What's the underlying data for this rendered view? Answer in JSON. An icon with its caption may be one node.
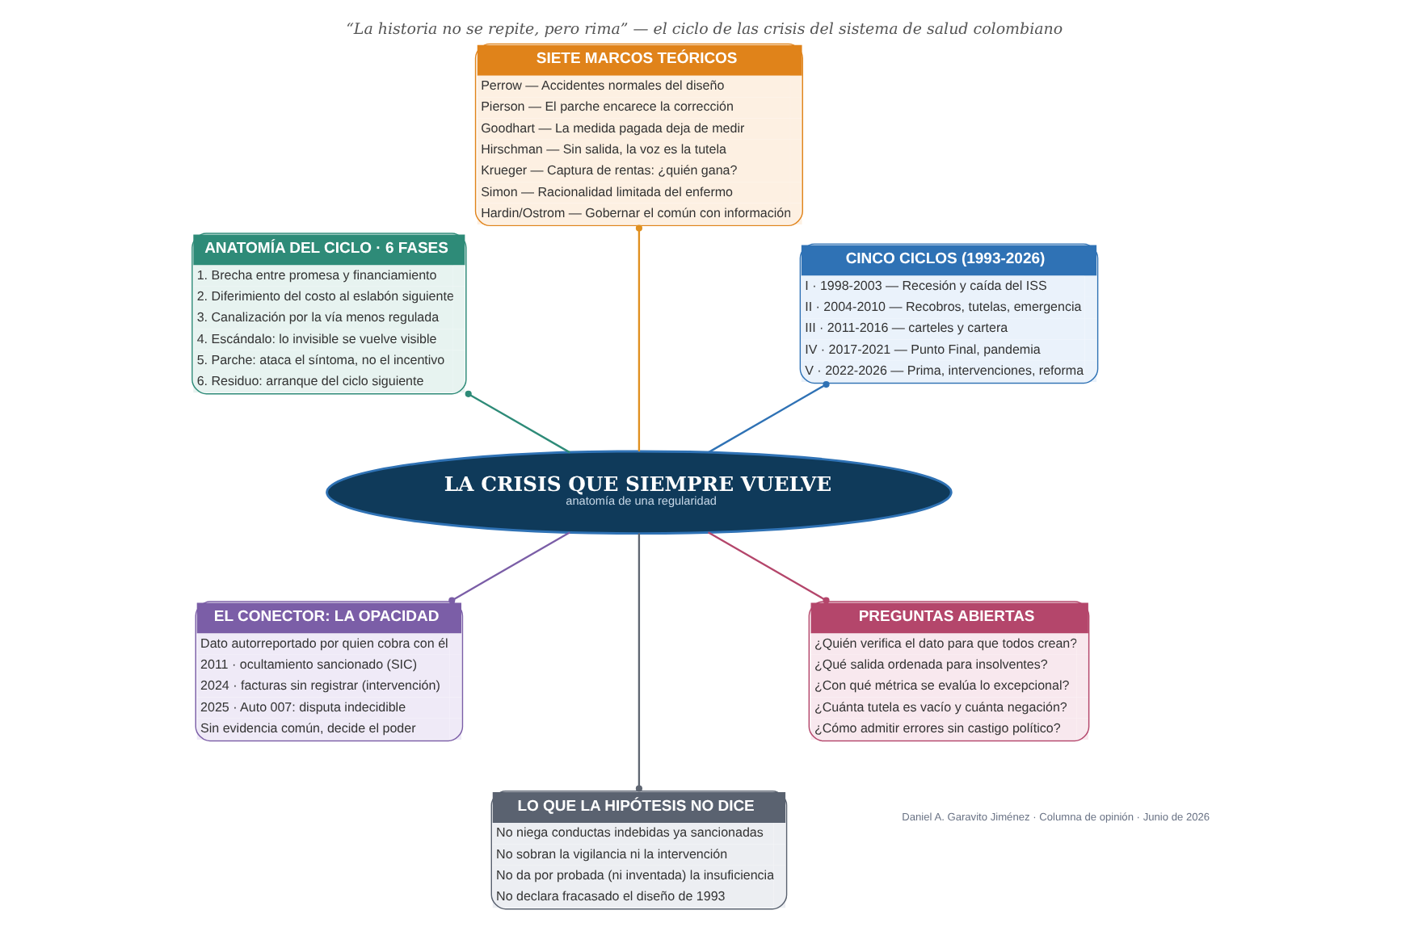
{
  "diagram": {
    "title": "“La historia no se repite, pero rima” — el ciclo de las crisis del sistema de salud colombiano",
    "caption": "Daniel A. Garavito Jiménez · Columna de opinión · Junio de 2026",
    "nodes": [
      {
        "text": [
          "LA CRISIS QUE SIEMPRE VUELVE",
          "anatomía de una regularidad"
        ]
      },
      {
        "text": [
          "CINCO CICLOS (1993-2026)",
          "I · 1998-2003 — Recesión y caída del ISS",
          "II · 2004-2010 — Recobros, tutelas, emergencia",
          "III · 2011-2016 — carteles y cartera",
          "IV · 2017-2021 — Punto Final, pandemia",
          "V · 2022-2026 — Prima, intervenciones, reforma"
        ]
      },
      {
        "text": [
          "SIETE MARCOS TEÓRICOS",
          "Perrow — Accidentes normales del diseño",
          "Pierson — El parche encarece la corrección",
          "Goodhart — La medida pagada deja de medir",
          "Hirschman — Sin salida, la voz es la tutela",
          "Krueger — Captura de rentas: ¿quién gana?",
          "Simon — Racionalidad limitada del enfermo",
          "Hardin/Ostrom — Gobernar el común con información"
        ]
      },
      {
        "text": [
          "ANATOMÍA DEL CICLO · 6 FASES",
          "1. Brecha entre promesa y financiamiento",
          "2. Diferimiento del costo al eslabón siguiente",
          "3. Canalización por la vía menos regulada",
          "4. Escándalo: lo invisible se vuelve visible",
          "5. Parche: ataca el síntoma, no el incentivo",
          "6. Residuo: arranque del ciclo siguiente"
        ]
      },
      {
        "text": [
          "EL CONECTOR: LA OPACIDAD",
          "Dato autorreportado por quien cobra con él",
          "2011 · ocultamiento sancionado (SIC)",
          "2024 · facturas sin registrar (intervención)",
          "2025 · Auto 007: disputa indecidible",
          "Sin evidencia común, decide el poder"
        ]
      },
      {
        "text": [
          "LO QUE LA HIPÓTESIS NO DICE",
          "No niega conductas indebidas ya sancionadas",
          "No sobran la vigilancia ni la intervención",
          "No da por probada (ni inventada) la insuficiencia",
          "No declara fracasado el diseño de 1993"
        ]
      },
      {
        "text": [
          "PREGUNTAS ABIERTAS",
          "¿Quién verifica el dato para que todos crean?",
          "¿Qué salida ordenada para insolventes?",
          "¿Con qué métrica se evalúa lo excepcional?",
          "¿Cuánta tutela es vacío y cuánta negación?",
          "¿Cómo admitir errores sin castigo político?"
        ]
      }
    ],
    "edges": [
      {
        "from": 0,
        "to": 1,
        "arrow": "other",
        "color": "#2f72b5"
      },
      {
        "from": 0,
        "to": 2,
        "arrow": "other",
        "color": "#e0901f"
      },
      {
        "from": 0,
        "to": 3,
        "arrow": "other",
        "color": "#2e8b78"
      },
      {
        "from": 0,
        "to": 4,
        "arrow": "other",
        "color": "#7b5ea7"
      },
      {
        "from": 0,
        "to": 5,
        "arrow": "other",
        "color": "#5f6672"
      },
      {
        "from": 0,
        "to": 6,
        "arrow": "other",
        "color": "#b4466b"
      }
    ]
  }
}
